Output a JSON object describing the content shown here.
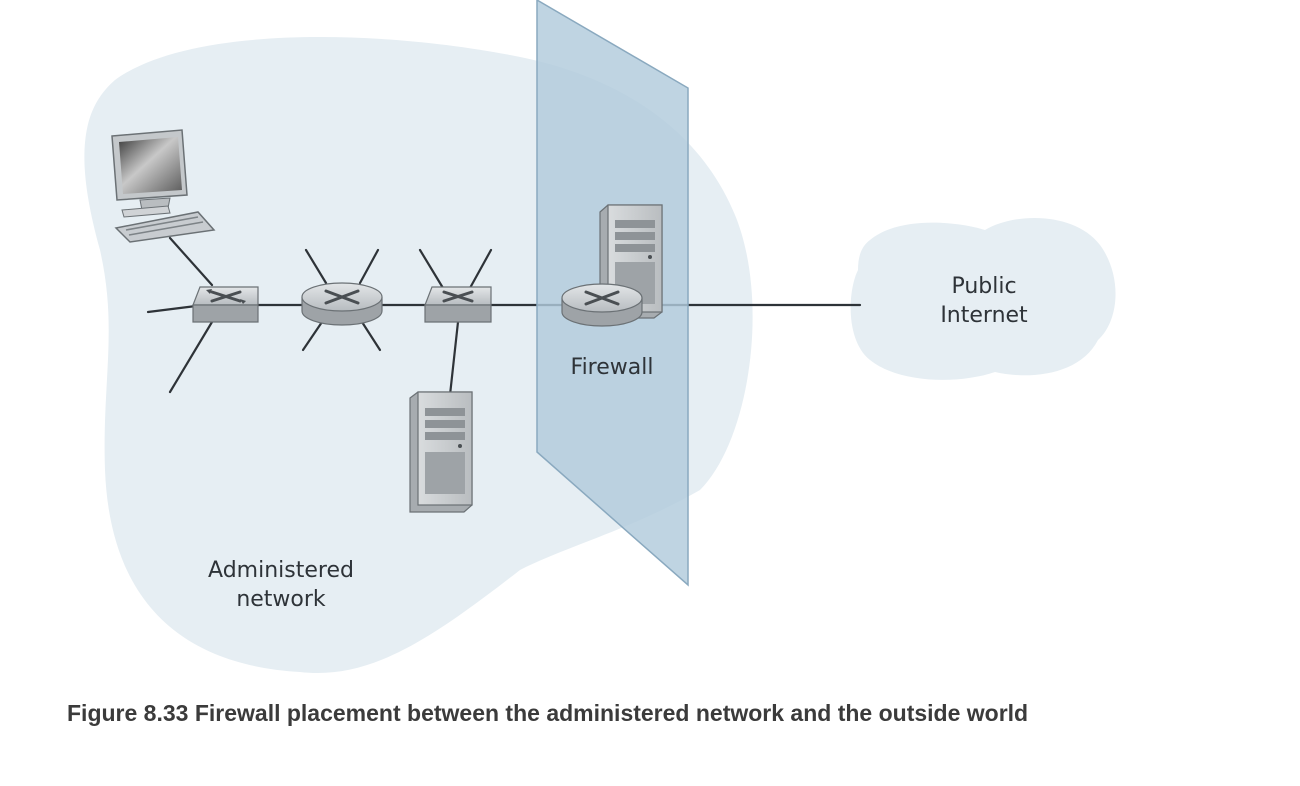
{
  "diagram": {
    "labels": {
      "administered_network_line1": "Administered",
      "administered_network_line2": "network",
      "firewall": "Firewall",
      "public_internet_line1": "Public",
      "public_internet_line2": "Internet"
    },
    "colors": {
      "network_region_fill": "#e6eef3",
      "firewall_plane_fill": "#b1cbdc",
      "cloud_fill": "#e6eef3",
      "link_color": "#2e3338"
    }
  },
  "caption": {
    "text": "Figure 8.33 Firewall placement between the administered network and the outside world"
  }
}
